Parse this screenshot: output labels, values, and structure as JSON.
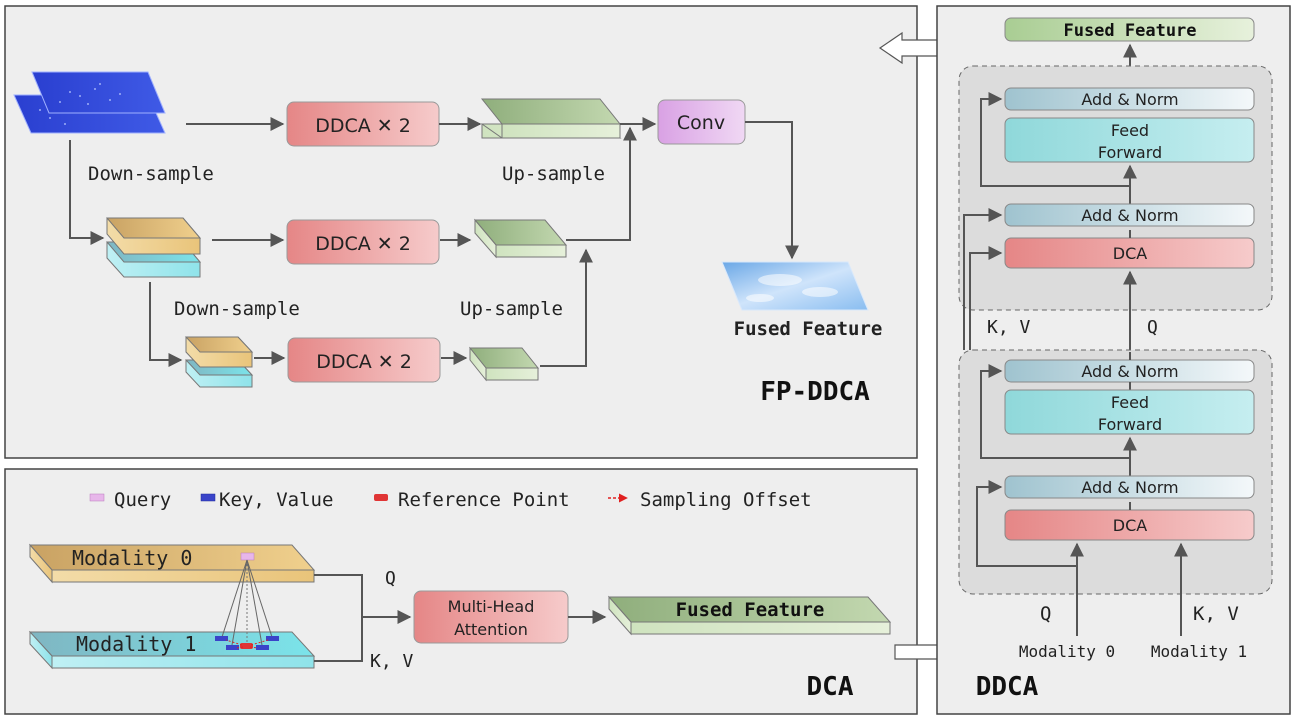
{
  "fp_ddca": {
    "title": "FP-DDCA",
    "block_label_1": "DDCA ✕ 2",
    "block_label_2": "DDCA ✕ 2",
    "block_label_3": "DDCA ✕ 2",
    "conv_label": "Conv",
    "down_sample_1": "Down-sample",
    "down_sample_2": "Down-sample",
    "up_sample_1": "Up-sample",
    "up_sample_2": "Up-sample",
    "output_label": "Fused Feature"
  },
  "dca": {
    "title": "DCA",
    "legend": {
      "query": "Query",
      "key_value": "Key, Value",
      "reference_point": "Reference Point",
      "sampling_offset": "Sampling Offset"
    },
    "modality_0": "Modality 0",
    "modality_1": "Modality 1",
    "q_label": "Q",
    "kv_label": "K, V",
    "attention_line1": "Multi-Head",
    "attention_line2": "Attention",
    "output_label": "Fused Feature"
  },
  "ddca": {
    "title": "DDCA",
    "top_output": "Fused Feature",
    "upper_block": {
      "add_norm_top": "Add & Norm",
      "ff_line1": "Feed",
      "ff_line2": "Forward",
      "add_norm_bottom": "Add & Norm",
      "dca": "DCA"
    },
    "lower_block": {
      "add_norm_top": "Add & Norm",
      "ff_line1": "Feed",
      "ff_line2": "Forward",
      "add_norm_bottom": "Add & Norm",
      "dca": "DCA"
    },
    "kv_label": "K, V",
    "q_label": "Q",
    "bottom_q": "Q",
    "bottom_kv": "K, V",
    "modality_0": "Modality 0",
    "modality_1": "Modality 1"
  },
  "colors": {
    "panel_bg": "#eeeeee",
    "ddca_red": "#e88c8c",
    "ff_teal": "#9fdde0",
    "addnorm_blue": "#a9c8d4",
    "conv_purple": "#dca9e6",
    "green_plate": "#9cb88a",
    "gold_plate": "#d7b46c",
    "cyan_plate": "#74d6e0"
  }
}
